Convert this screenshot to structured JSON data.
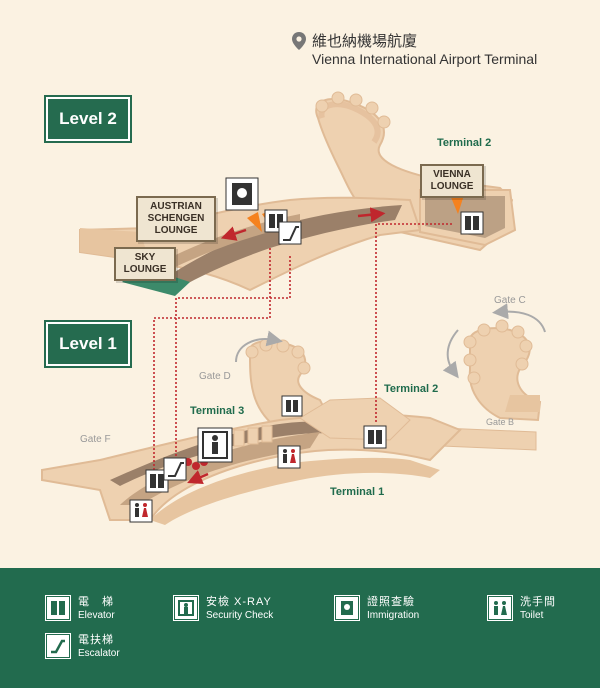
{
  "header": {
    "title_cn": "維也納機場航廈",
    "title_en": "Vienna International Airport Terminal",
    "pin_icon": "location-pin-icon"
  },
  "levels": {
    "level2": "Level 2",
    "level1": "Level 1"
  },
  "map_labels": {
    "terminal2_upper": "Terminal 2",
    "terminal2_lower": "Terminal 2",
    "terminal3": "Terminal 3",
    "terminal1": "Terminal 1",
    "gate_c": "Gate C",
    "gate_d": "Gate D",
    "gate_f": "Gate F",
    "gate_b": "Gate B"
  },
  "lounges": {
    "austrian": "AUSTRIAN\nSCHENGEN\nLOUNGE",
    "sky": "SKY\nLOUNGE",
    "vienna": "VIENNA\nLOUNGE"
  },
  "legend": [
    {
      "icon": "elevator-icon",
      "cn": "電　梯",
      "en": "Elevator"
    },
    {
      "icon": "security-check-icon",
      "cn": "安檢 X-RAY",
      "en": "Security Check"
    },
    {
      "icon": "immigration-icon",
      "cn": "證照查驗",
      "en": "Immigration"
    },
    {
      "icon": "toilet-icon",
      "cn": "洗手間",
      "en": "Toilet"
    },
    {
      "icon": "escalator-icon",
      "cn": "電扶梯",
      "en": "Escalator"
    }
  ],
  "colors": {
    "accent_green": "#256b4f",
    "floor": "#efd3b3",
    "wall": "#e6c29f",
    "path_red": "#c0272d",
    "marker_orange": "#f5821f"
  }
}
